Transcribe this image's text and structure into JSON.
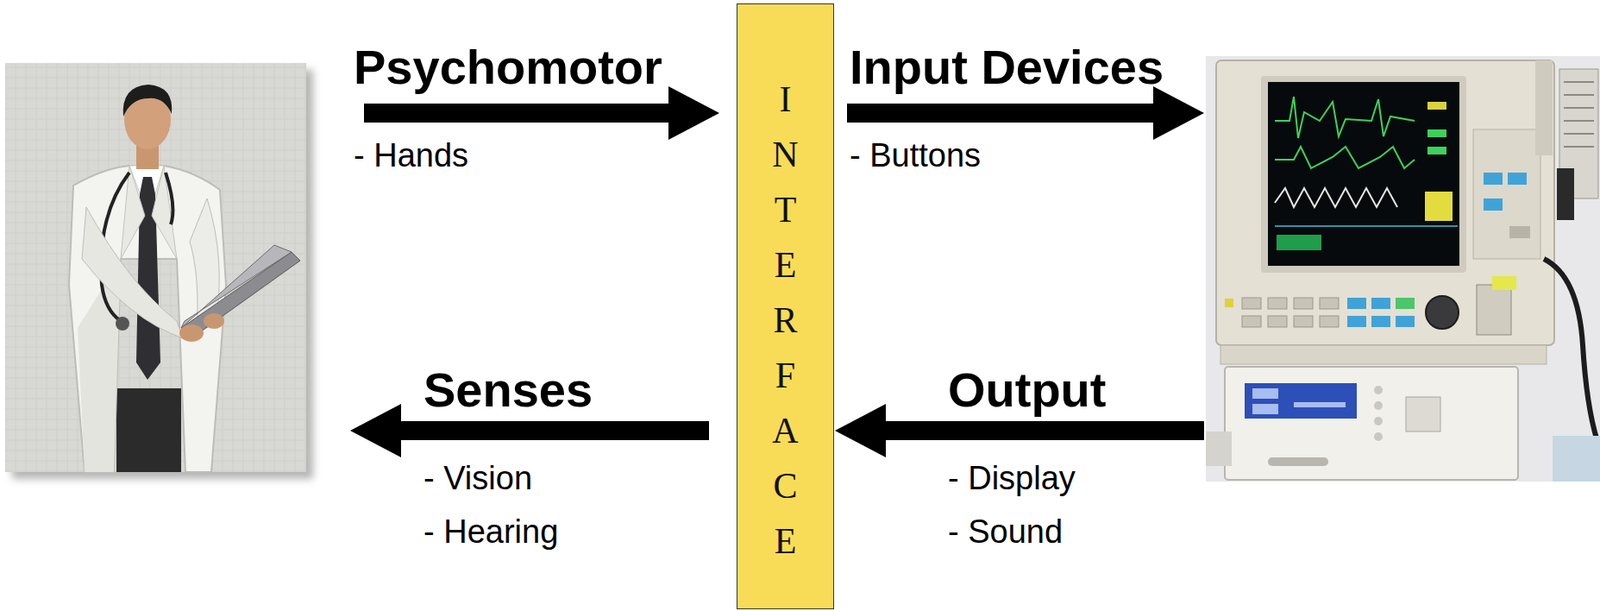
{
  "diagram": {
    "nodes": [
      {
        "text": [
          "INTERFACE"
        ]
      }
    ],
    "labels": [
      "Psychomotor",
      "- Hands",
      "Input Devices",
      "- Buttons",
      "Senses",
      "- Vision",
      "- Hearing",
      "Output",
      "- Display",
      "- Sound"
    ]
  }
}
